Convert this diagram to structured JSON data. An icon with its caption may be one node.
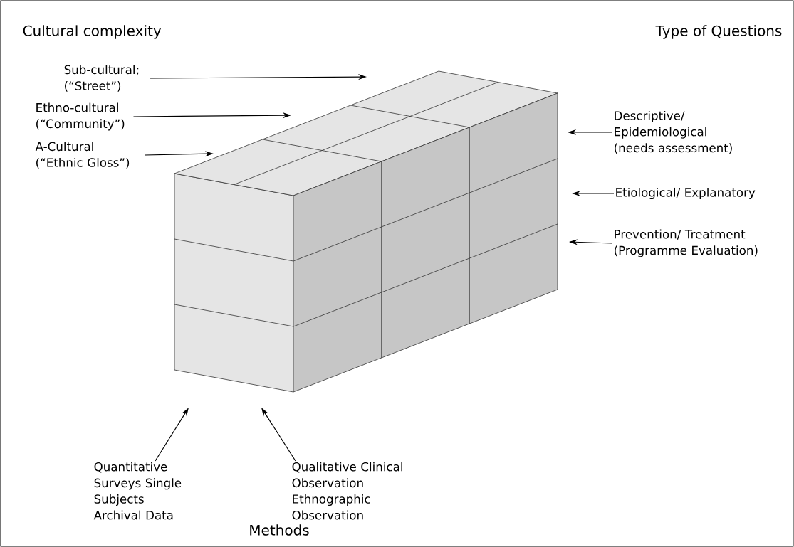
{
  "diagram": {
    "nodes": [
      {
        "text": [
          "Sub-cultural; (“Street”)"
        ]
      },
      {
        "text": [
          "Ethno-cultural (“Community”)"
        ]
      },
      {
        "text": [
          "A-Cultural (“Ethnic Gloss”)"
        ]
      },
      {
        "text": [
          "Descriptive/ Epidemiological (needs assessment)"
        ]
      },
      {
        "text": [
          "Etiological/ Explanatory"
        ]
      },
      {
        "text": [
          "Prevention/ Treatment (Programme Evaluation)"
        ]
      },
      {
        "text": [],
        "shape": "box"
      },
      {
        "text": [
          "Quantitative Surveys Single Subjects Archival Data"
        ]
      },
      {
        "text": [
          "Qualitative Clinical Observation Ethnographic Observation"
        ]
      }
    ],
    "edges": [
      {
        "from": 0,
        "to": 6,
        "arrow": "to"
      },
      {
        "from": 1,
        "to": 6,
        "arrow": "to"
      },
      {
        "from": 2,
        "to": 6,
        "arrow": "to"
      },
      {
        "from": 3,
        "to": 6,
        "arrow": "to"
      },
      {
        "from": 4,
        "to": 6,
        "arrow": "to"
      },
      {
        "from": 5,
        "to": 6,
        "arrow": "to"
      },
      {
        "from": 7,
        "to": 6,
        "arrow": "to"
      },
      {
        "from": 8,
        "to": 6,
        "arrow": "to"
      }
    ],
    "labels": [
      "Cultural complexity",
      "Type of Questions",
      "Methods"
    ]
  }
}
